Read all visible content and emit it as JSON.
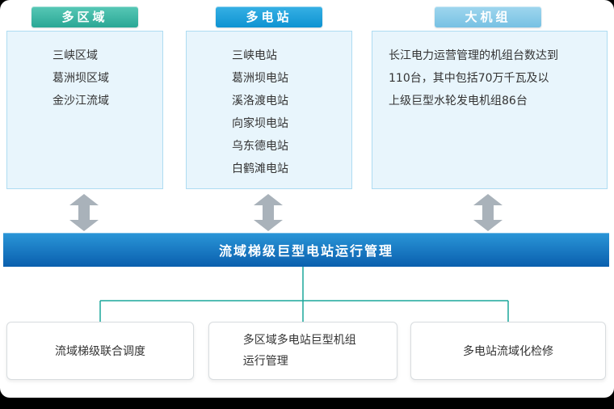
{
  "columns": [
    {
      "header": "多区域",
      "items": [
        "三峡区域",
        "葛洲坝区域",
        "金沙江流域"
      ]
    },
    {
      "header": "多电站",
      "items": [
        "三峡电站",
        "葛洲坝电站",
        "溪洛渡电站",
        "向家坝电站",
        "乌东德电站",
        "白鹤滩电站"
      ]
    },
    {
      "header": "大机组",
      "paragraph": "长江电力运营管理的机组台数达到110台，其中包括70万千瓦及以上级巨型水轮发电机组86台"
    }
  ],
  "center_bar": {
    "label": "流域梯级巨型电站运行管理"
  },
  "branches": [
    {
      "label": "流域梯级联合调度"
    },
    {
      "label": "多区域多电站巨型机组运行管理"
    },
    {
      "label": "多电站流域化检修"
    }
  ],
  "colors": {
    "tab_teal": "#2aa795",
    "tab_blue": "#0f93d2",
    "tab_lightblue": "#77c1e3",
    "panel_bg": "#e8f5fc",
    "panel_border": "#aedcf2",
    "bar_blue": "#0a5fae",
    "arrow_gray": "#a9b2ba",
    "connector_teal": "#1aa79b"
  }
}
